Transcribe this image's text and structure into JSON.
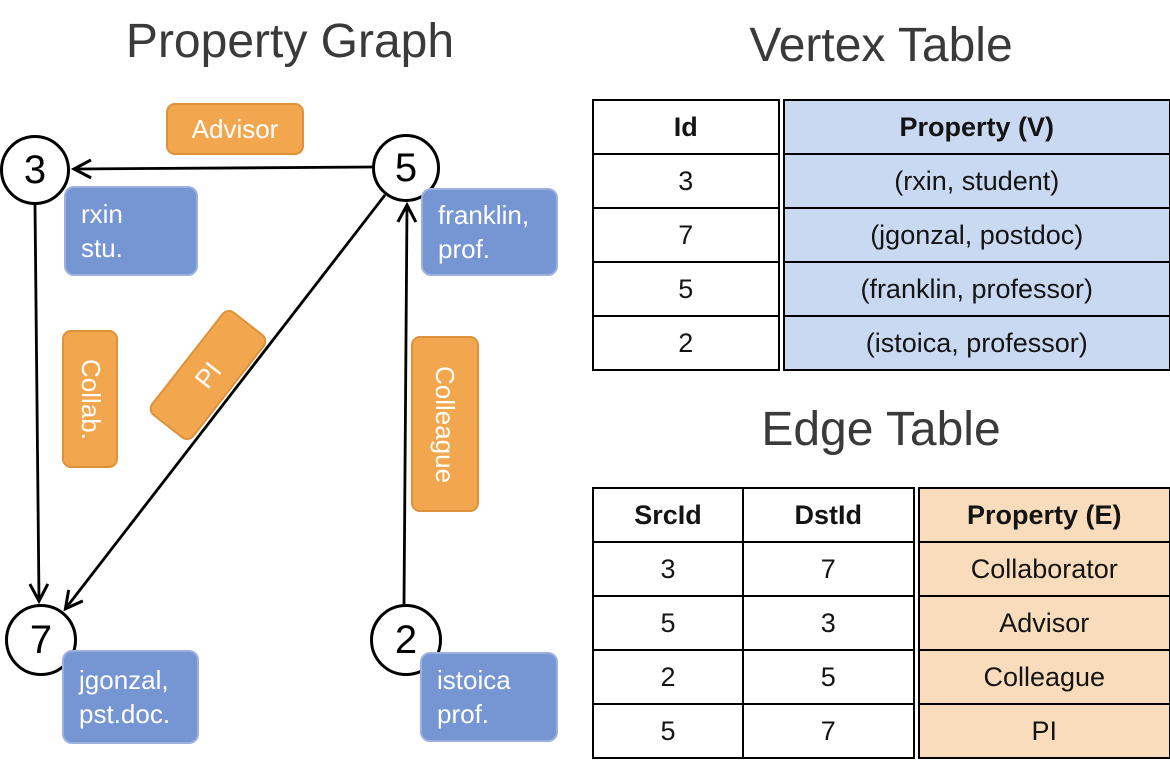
{
  "graph": {
    "title": "Property Graph",
    "nodes": [
      {
        "id": "3",
        "line1": "rxin",
        "line2": "stu."
      },
      {
        "id": "5",
        "line1": "franklin,",
        "line2": "prof."
      },
      {
        "id": "7",
        "line1": "jgonzal,",
        "line2": "pst.doc."
      },
      {
        "id": "2",
        "line1": "istoica",
        "line2": "prof."
      }
    ],
    "edge_labels": {
      "advisor": "Advisor",
      "collab": "Collab.",
      "pi": "PI",
      "colleague": "Colleague"
    }
  },
  "vertex_table": {
    "title": "Vertex Table",
    "headers": [
      "Id",
      "Property (V)"
    ],
    "rows": [
      [
        "3",
        "(rxin, student)"
      ],
      [
        "7",
        "(jgonzal, postdoc)"
      ],
      [
        "5",
        "(franklin, professor)"
      ],
      [
        "2",
        "(istoica, professor)"
      ]
    ]
  },
  "edge_table": {
    "title": "Edge Table",
    "headers": [
      "SrcId",
      "DstId",
      "Property (E)"
    ],
    "rows": [
      [
        "3",
        "7",
        "Collaborator"
      ],
      [
        "5",
        "3",
        "Advisor"
      ],
      [
        "2",
        "5",
        "Colleague"
      ],
      [
        "5",
        "7",
        "PI"
      ]
    ]
  },
  "colors": {
    "vertex_label_fill": "#7695d3",
    "vertex_label_border": "#9db1e0",
    "edge_label_fill": "#f2a74f",
    "edge_label_border": "#dd913a",
    "vertex_table_cell": "#c9d9f1",
    "edge_table_cell": "#f8dcbc"
  }
}
